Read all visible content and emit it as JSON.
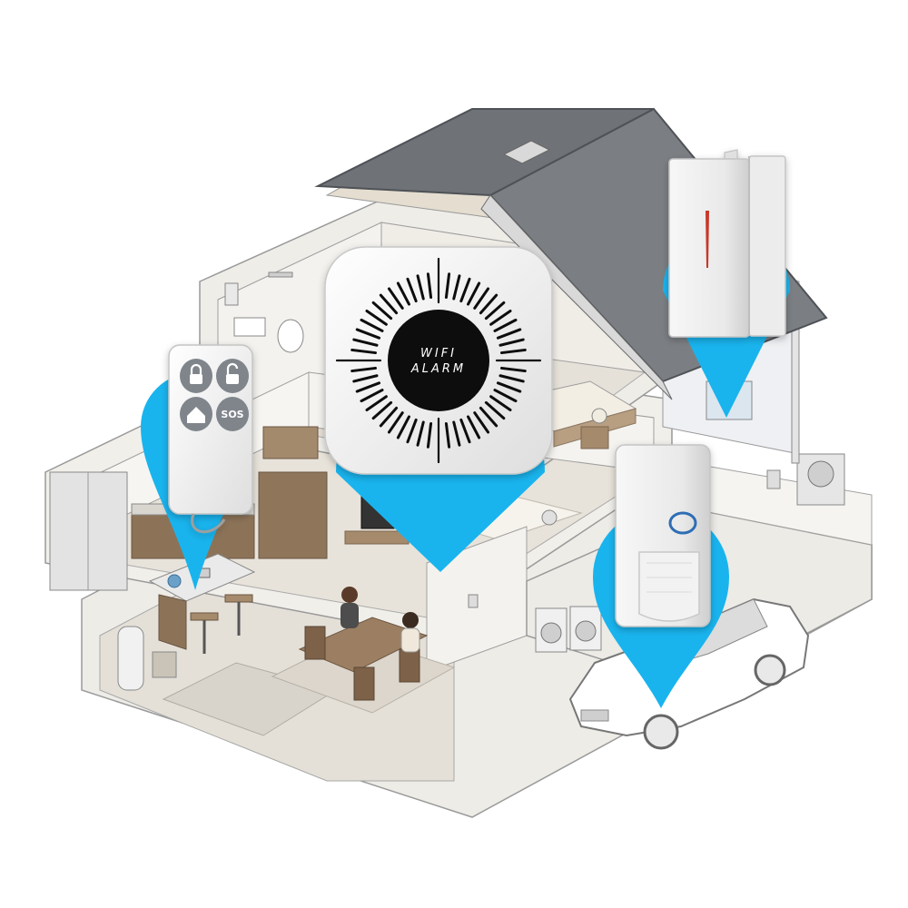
{
  "hub": {
    "line1": "WIFI",
    "line2": "ALARM"
  },
  "remote": {
    "sos_label": "SOS"
  },
  "colors": {
    "pin": "#19b4ee",
    "roof": "#6f7377",
    "roof_edge": "#4e5256",
    "wall": "#f2f0ec",
    "floor": "#e6e1d8",
    "wood": "#a58a6c",
    "device_white": "#f4f4f4",
    "device_button": "#7f858b",
    "hub_center": "#0a0a0a",
    "sensor_red": "#c8392a",
    "ring_blue": "#2f6db5"
  }
}
